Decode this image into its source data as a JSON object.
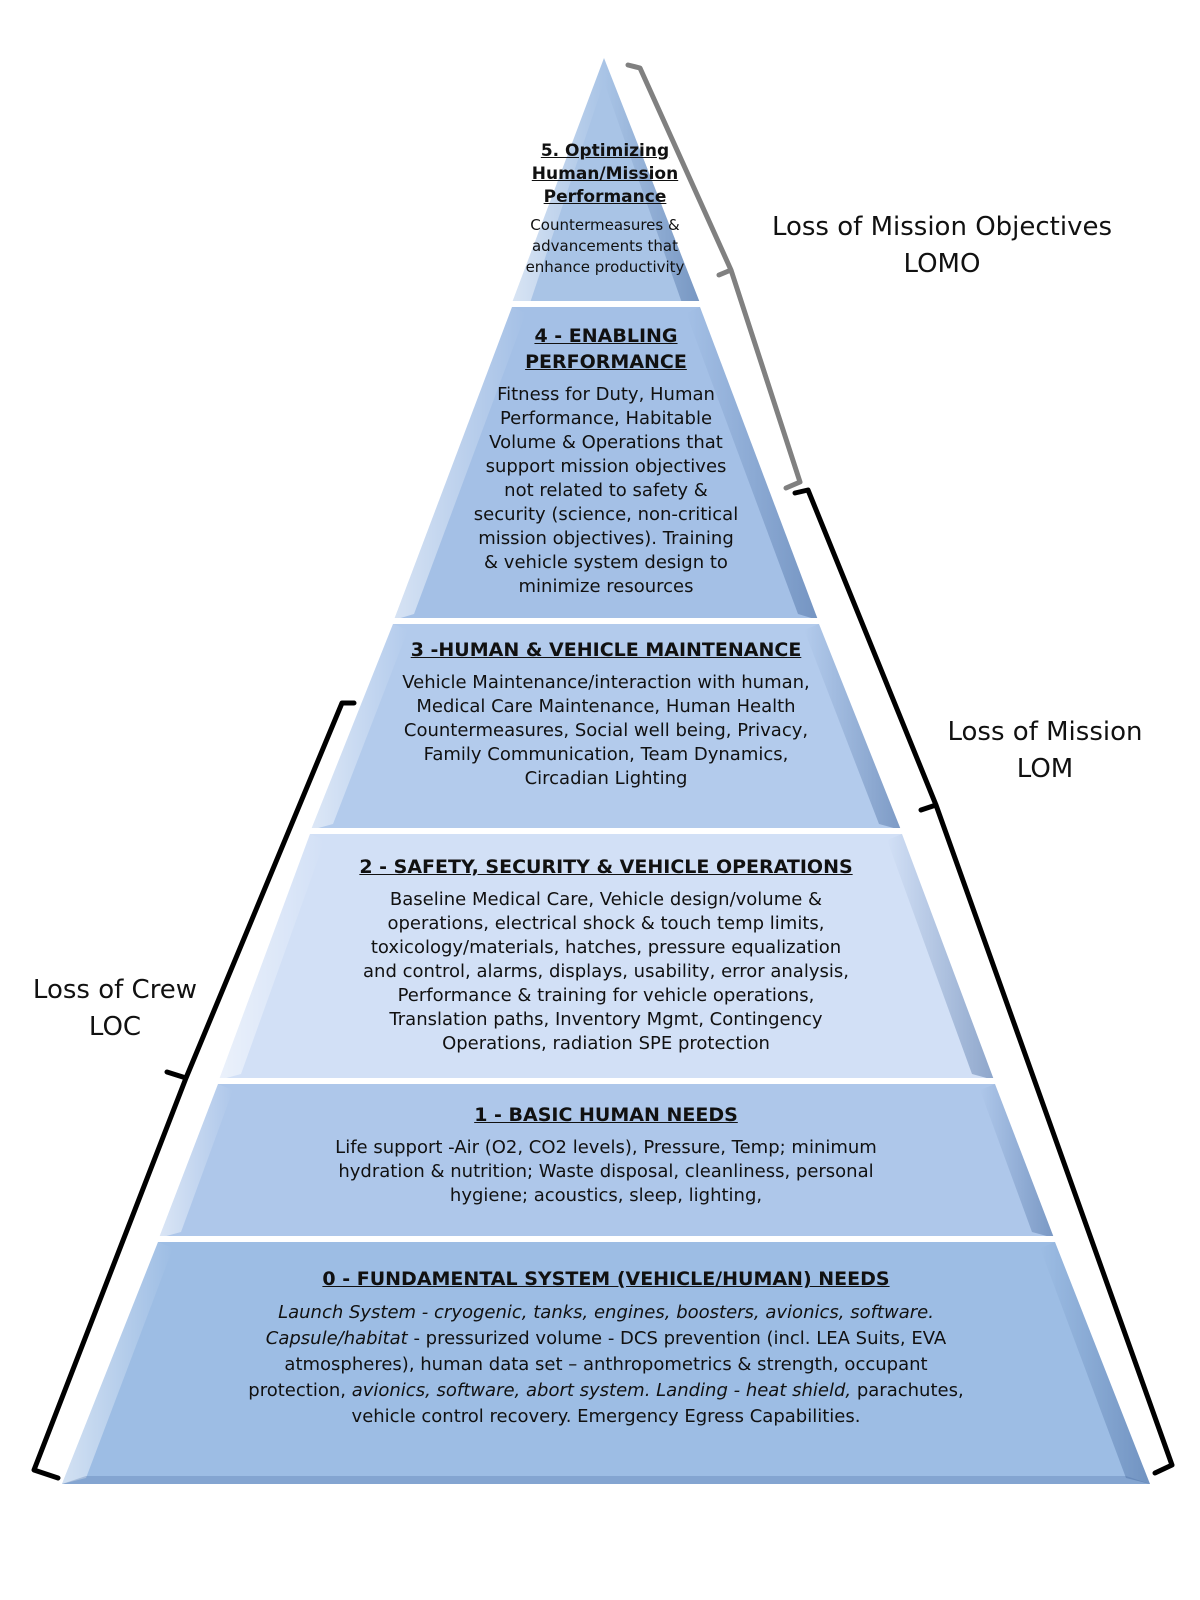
{
  "tiers": [
    {
      "level": 5,
      "title": "5. Optimizing Human/Mission Performance",
      "body": "Countermeasures  & advancements that enhance productivity",
      "color": "#a9c4e6"
    },
    {
      "level": 4,
      "title": "4 - ENABLING PERFORMANCE",
      "body": "Fitness for Duty, Human Performance, Habitable Volume & Operations that support mission objectives not related to safety & security (science, non-critical mission objectives). Training & vehicle system design to minimize resources",
      "color": "#a4c0e6"
    },
    {
      "level": 3,
      "title": "3 -HUMAN & VEHICLE MAINTENANCE",
      "body": "Vehicle Maintenance/interaction with human, Medical Care Maintenance, Human Health Countermeasures, Social well being, Privacy, Family Communication, Team Dynamics, Circadian Lighting",
      "color": "#b3cbec"
    },
    {
      "level": 2,
      "title": "2 - SAFETY, SECURITY & VEHICLE OPERATIONS",
      "body": "Baseline Medical Care, Vehicle design/volume & operations, electrical shock & touch temp limits, toxicology/materials, hatches, pressure equalization and control, alarms, displays, usability, error analysis, Performance & training for vehicle operations, Translation paths,  Inventory Mgmt, Contingency Operations, radiation SPE protection",
      "color": "#d2e0f6"
    },
    {
      "level": 1,
      "title": "1 - BASIC HUMAN NEEDS",
      "body": "Life support -Air (O2, CO2 levels), Pressure, Temp; minimum hydration & nutrition; Waste disposal, cleanliness, personal hygiene; acoustics, sleep, lighting,",
      "color": "#aec7ea"
    },
    {
      "level": 0,
      "title": "0 - FUNDAMENTAL SYSTEM (VEHICLE/HUMAN) NEEDS",
      "segments": [
        {
          "text": "Launch System - cryogenic, tanks, engines, boosters, avionics, software.",
          "italic": true
        },
        {
          "text": " ",
          "italic": false
        },
        {
          "text": "Capsule/habitat",
          "italic": true
        },
        {
          "text": " - pressurized volume - DCS prevention (incl. LEA Suits, EVA atmospheres), human data set – anthropometrics & strength, occupant protection, ",
          "italic": false
        },
        {
          "text": "avionics, software, abort system. Landing - heat shield,",
          "italic": true
        },
        {
          "text": " parachutes, vehicle control recovery. Emergency Egress Capabilities.",
          "italic": false
        }
      ],
      "color": "#9dbde4"
    }
  ],
  "labels": {
    "lomo_line1": "Loss of Mission Objectives",
    "lomo_line2": "LOMO",
    "lom_line1": "Loss of Mission",
    "lom_line2": "LOM",
    "loc_line1": "Loss of Crew",
    "loc_line2": "LOC"
  },
  "brackets": {
    "lomo_color": "#808080",
    "lom_color": "#000000",
    "loc_color": "#000000"
  }
}
